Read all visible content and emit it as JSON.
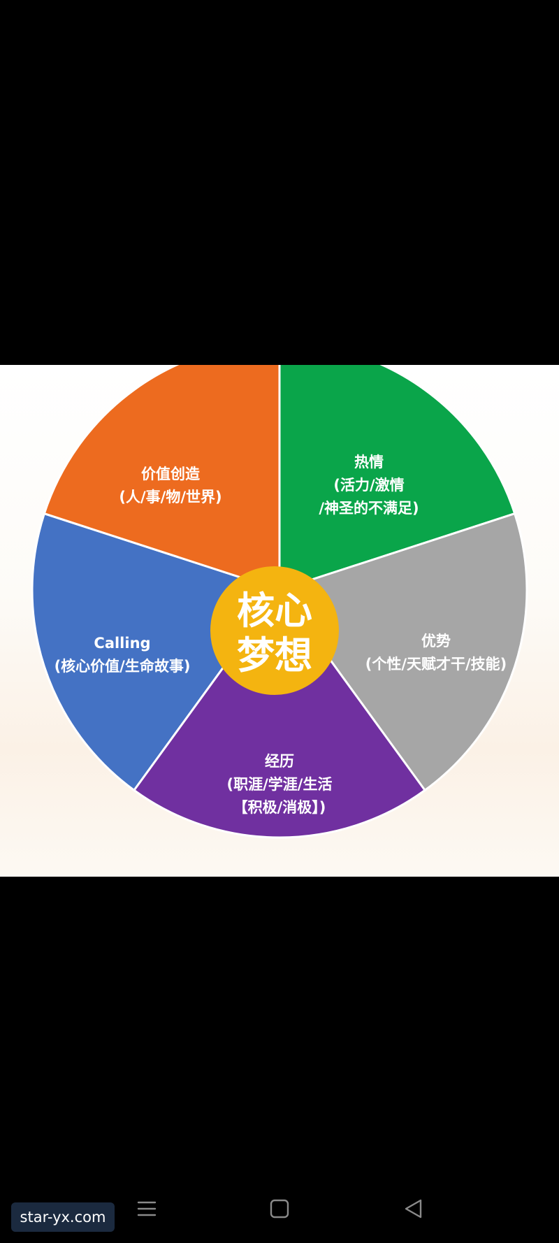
{
  "diagram": {
    "center": {
      "line1": "核心",
      "line2": "梦想",
      "color": "#f4b410"
    },
    "segments": [
      {
        "key": "value",
        "lines": [
          "价值创造",
          "(人/事/物/世界)"
        ],
        "color": "#4472c4"
      },
      {
        "key": "passion",
        "lines": [
          "热情",
          "(活力/激情",
          "/神圣的不满足)"
        ],
        "color": "#ed6b1f"
      },
      {
        "key": "strength",
        "lines": [
          "优势",
          "(个性/天赋才干/技能)"
        ],
        "color": "#0aa54a"
      },
      {
        "key": "experience",
        "lines": [
          "经历",
          "(职涯/学涯/生活",
          "【积极/消极】)"
        ],
        "color": "#a6a6a6"
      },
      {
        "key": "calling",
        "lines": [
          "Calling",
          "(核心价值/生命故事)"
        ],
        "color": "#7030a0"
      }
    ]
  },
  "nav": {
    "menu_icon": "menu-icon",
    "home_icon": "home-square-icon",
    "back_icon": "back-triangle-icon",
    "icon_color": "#8a8a8a"
  },
  "watermark": {
    "text": "star-yx.com"
  }
}
